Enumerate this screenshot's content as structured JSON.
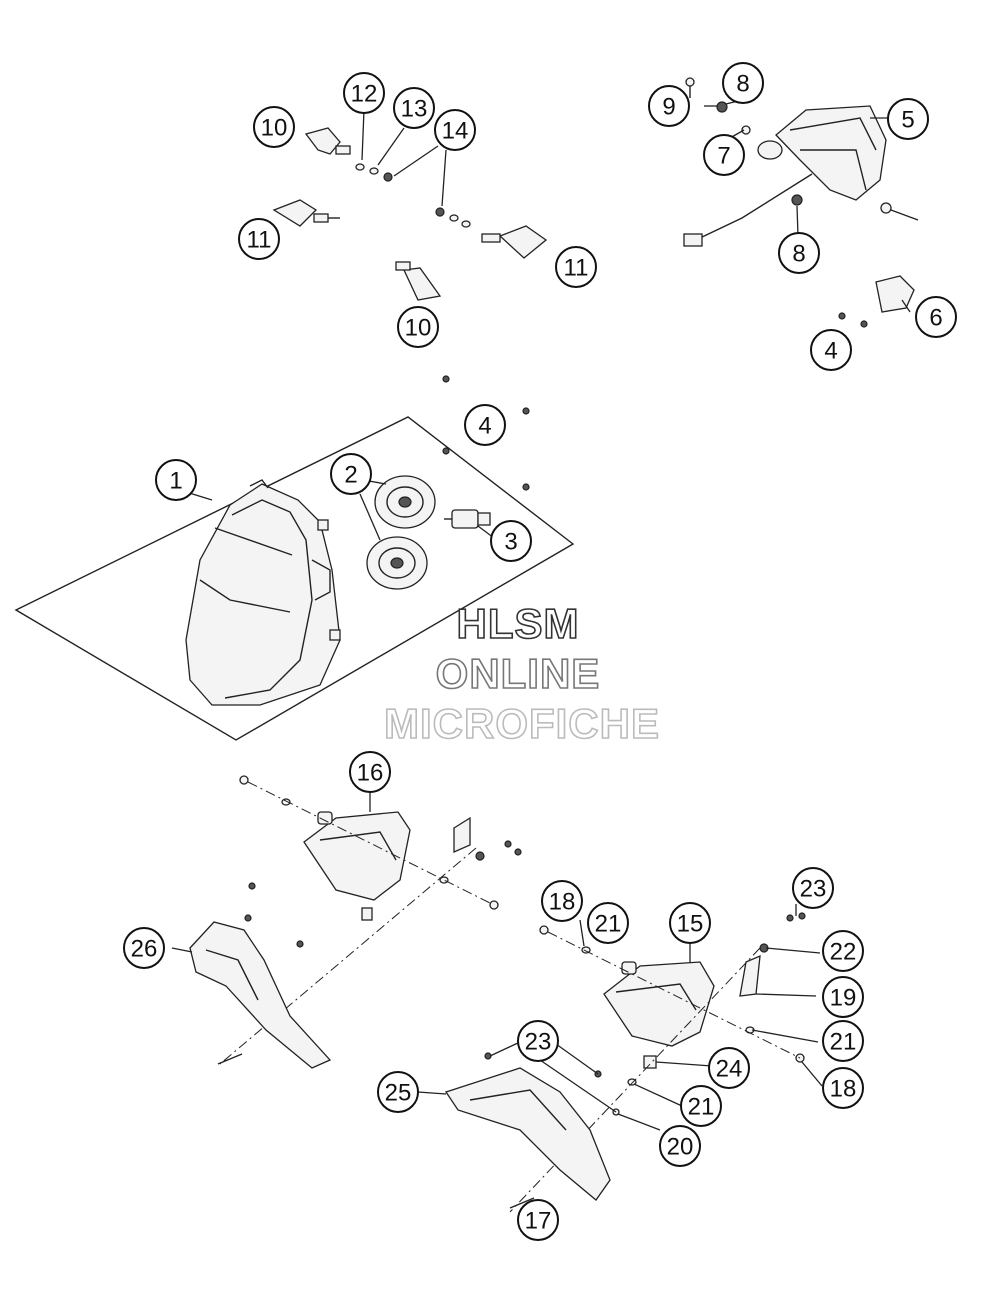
{
  "diagram": {
    "callouts": [
      {
        "id": "c1",
        "label": "1"
      },
      {
        "id": "c2",
        "label": "2"
      },
      {
        "id": "c3",
        "label": "3"
      },
      {
        "id": "c4a",
        "label": "4"
      },
      {
        "id": "c4b",
        "label": "4"
      },
      {
        "id": "c5",
        "label": "5"
      },
      {
        "id": "c6",
        "label": "6"
      },
      {
        "id": "c7",
        "label": "7"
      },
      {
        "id": "c8a",
        "label": "8"
      },
      {
        "id": "c8b",
        "label": "8"
      },
      {
        "id": "c9",
        "label": "9"
      },
      {
        "id": "c10a",
        "label": "10"
      },
      {
        "id": "c10b",
        "label": "10"
      },
      {
        "id": "c11a",
        "label": "11"
      },
      {
        "id": "c11b",
        "label": "11"
      },
      {
        "id": "c12",
        "label": "12"
      },
      {
        "id": "c13",
        "label": "13"
      },
      {
        "id": "c14",
        "label": "14"
      },
      {
        "id": "c15",
        "label": "15"
      },
      {
        "id": "c16",
        "label": "16"
      },
      {
        "id": "c17",
        "label": "17"
      },
      {
        "id": "c18a",
        "label": "18"
      },
      {
        "id": "c18b",
        "label": "18"
      },
      {
        "id": "c19",
        "label": "19"
      },
      {
        "id": "c20",
        "label": "20"
      },
      {
        "id": "c21a",
        "label": "21"
      },
      {
        "id": "c21b",
        "label": "21"
      },
      {
        "id": "c21c",
        "label": "21"
      },
      {
        "id": "c22",
        "label": "22"
      },
      {
        "id": "c23a",
        "label": "23"
      },
      {
        "id": "c23b",
        "label": "23"
      },
      {
        "id": "c24",
        "label": "24"
      },
      {
        "id": "c25",
        "label": "25"
      },
      {
        "id": "c26",
        "label": "26"
      }
    ]
  },
  "watermark": {
    "line1": "HLSM",
    "line2": "ONLINE",
    "line3": "MICROFICHE",
    "color1": "#333333",
    "color2": "#777777",
    "color3": "#bbbbbb"
  }
}
